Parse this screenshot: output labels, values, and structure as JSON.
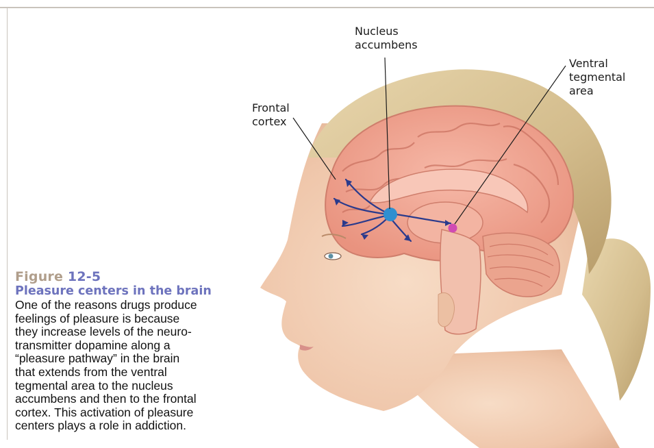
{
  "labels": {
    "nucleus_accumbens": [
      "Nucleus",
      "accumbens"
    ],
    "ventral_tegmental": [
      "Ventral",
      "tegmental",
      "area"
    ],
    "frontal_cortex": [
      "Frontal",
      "cortex"
    ]
  },
  "caption": {
    "figure_word": "Figure",
    "figure_number": "12-5",
    "title": "Pleasure centers in the brain",
    "body_lines": [
      "One of the reasons drugs produce",
      "feelings of pleasure is because",
      "they increase levels of the neuro-",
      "transmitter dopamine along a",
      "“pleasure pathway” in the brain",
      "that extends from the ventral",
      "tegmental area to the nucleus",
      "accumbens and then to the frontal",
      "cortex. This activation of pleasure",
      "centers plays a role in addiction."
    ]
  },
  "colors": {
    "accent": "#6d73bd",
    "figure_word": "#b09e8b",
    "pathway": "#2a3a8c",
    "nucleus_dot": "#2f8fd0",
    "vta_dot": "#d04bb3",
    "brain": "#f0a99a",
    "hair": "#d8c398",
    "skin": "#f2cdb4"
  }
}
